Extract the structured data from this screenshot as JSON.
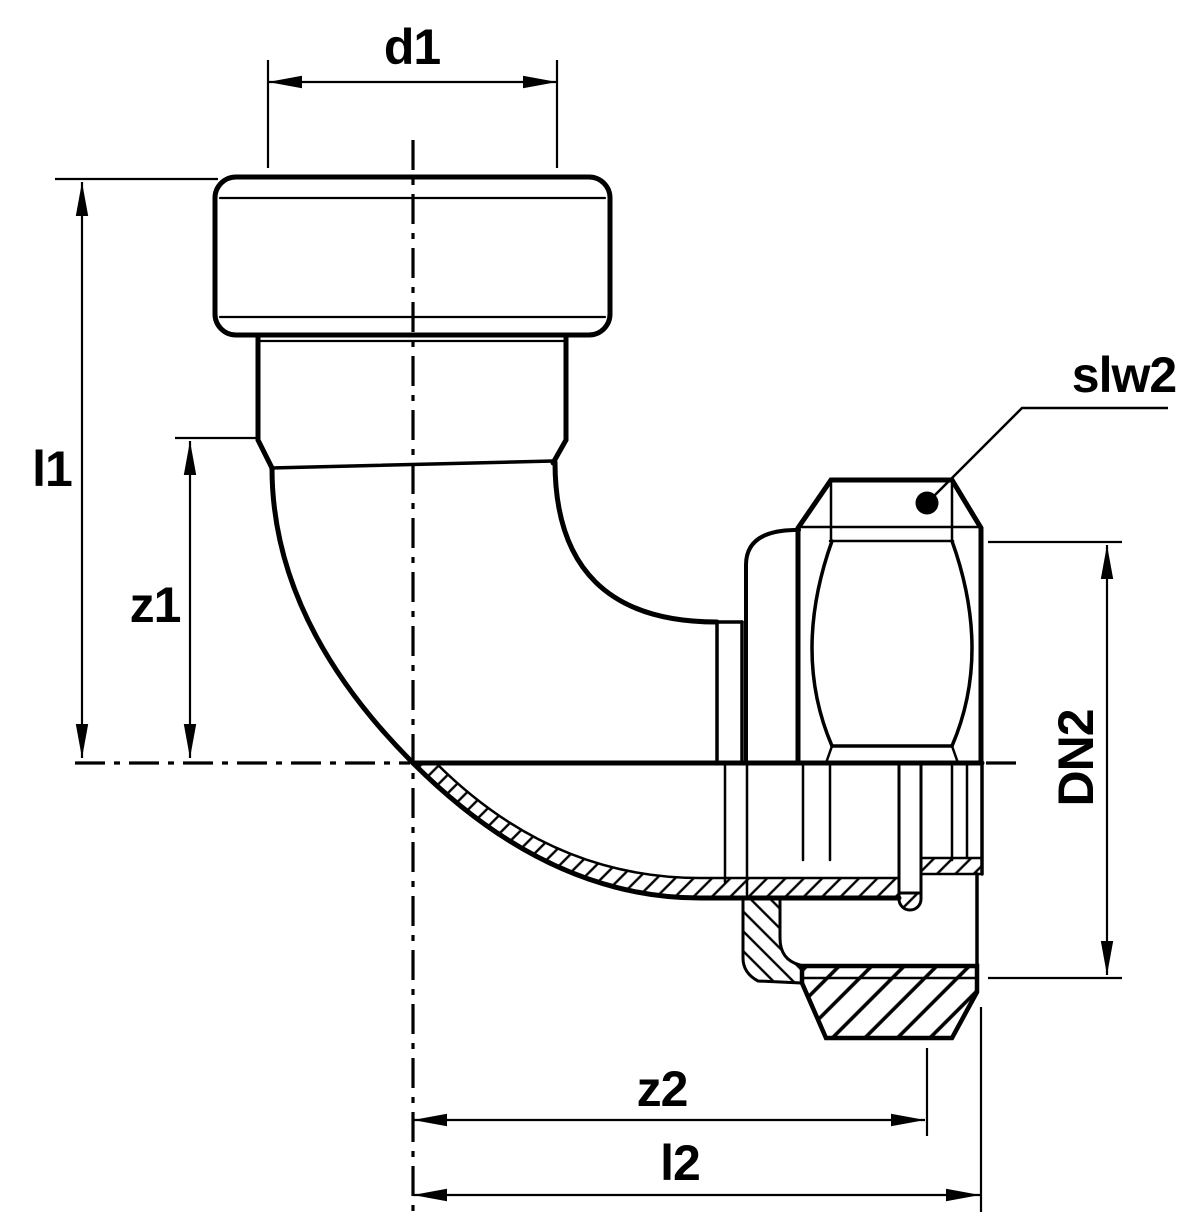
{
  "drawing": {
    "description": "Dimensioned half-section drawing of a 90 degree elbow union fitting",
    "colors": {
      "background": "#ffffff",
      "line": "#000000"
    },
    "labels": {
      "d1": "d1",
      "l1": "l1",
      "z1": "z1",
      "z2": "z2",
      "l2": "l2",
      "slw2": "slw2",
      "dn2": "DN2"
    }
  }
}
